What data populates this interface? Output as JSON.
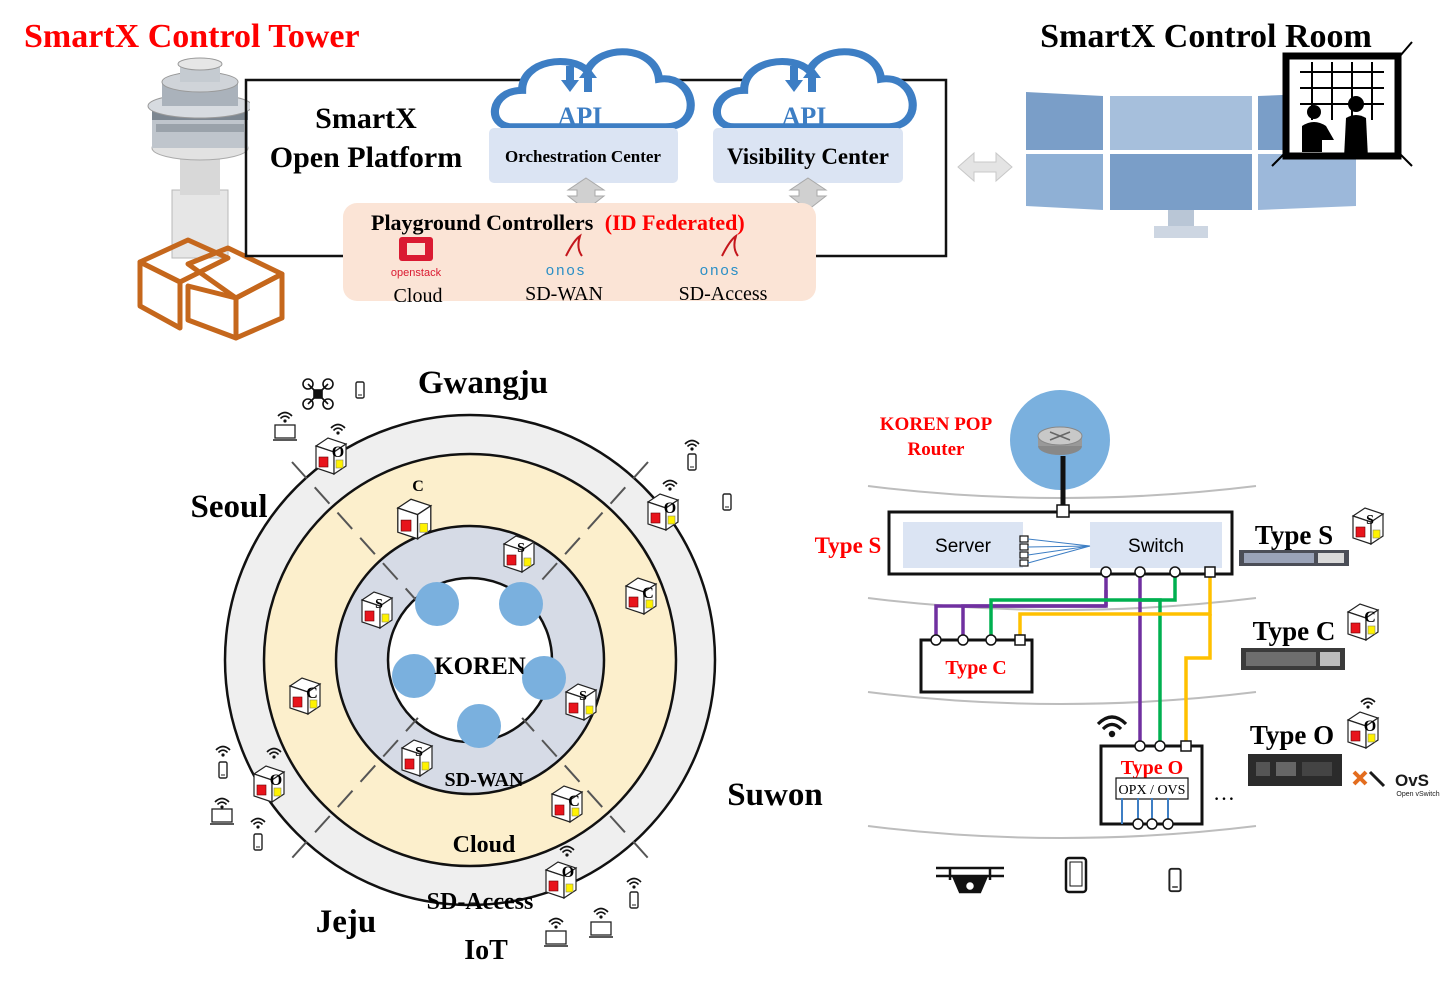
{
  "colors": {
    "red": "#ff0000",
    "cloud_blue": "#3d7ec4",
    "box_blue": "#dbe4f3",
    "playground_bg": "#fbe4d6",
    "monitor_blue": "#7a9ec8",
    "ring_outer": "#efefef",
    "ring_cloud": "#fcefcc",
    "ring_wan": "#d6dbe6",
    "circle_blue": "#7ab0de",
    "purple": "#7030a0",
    "green": "#00b050",
    "yellow": "#ffc000"
  },
  "header": {
    "tower_title": "SmartX Control Tower",
    "room_title": "SmartX Control Room"
  },
  "platform": {
    "line1": "SmartX",
    "line2": "Open Platform",
    "orch_api": "API",
    "orch_label": "Orchestration Center",
    "vis_api": "API",
    "vis_label": "Visibility Center"
  },
  "playground": {
    "title": "Playground Controllers",
    "title_red": "(ID Federated)",
    "ctrl_cloud_logo": "openstack",
    "ctrl_cloud": "Cloud",
    "ctrl_wan_logo": "onos",
    "ctrl_wan": "SD-WAN",
    "ctrl_access_logo": "onos",
    "ctrl_access": "SD-Access"
  },
  "rings": {
    "north": "Gwangju",
    "west": "Seoul",
    "east": "Suwon",
    "southwest": "Jeju",
    "core": "KOREN",
    "wan": "SD-WAN",
    "cloud": "Cloud",
    "access": "SD-Access",
    "iot": "IoT",
    "type_s_letter": "S",
    "type_c_letter": "C",
    "type_o_letter": "O"
  },
  "network": {
    "pop_router_line1": "KOREN POP",
    "pop_router_line2": "Router",
    "type_s_label": "Type S",
    "server": "Server",
    "switch": "Switch",
    "type_c_box": "Type C",
    "type_o_box": "Type O",
    "opx_ovs": "OPX / OVS",
    "ellipsis": "…",
    "legend_s": "Type S",
    "legend_c": "Type C",
    "legend_o": "Type O",
    "ovs_logo": "OvS",
    "ovs_sub": "Open vSwitch"
  }
}
